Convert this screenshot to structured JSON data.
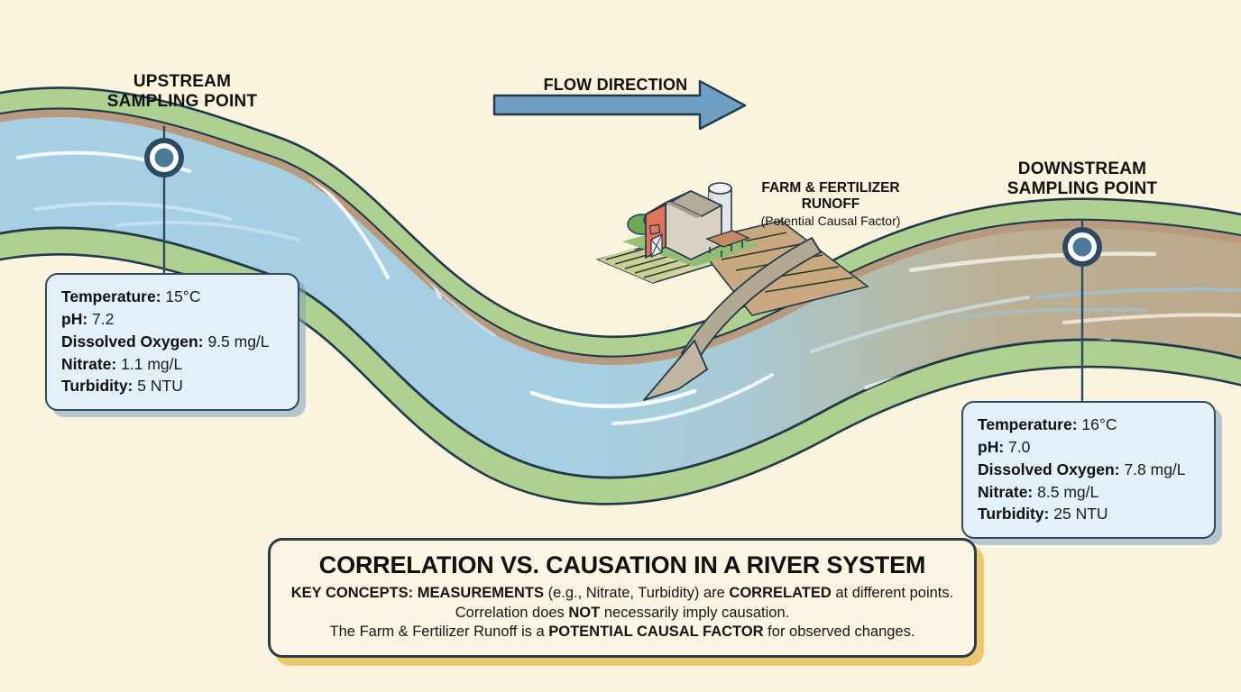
{
  "colors": {
    "background": "#faf3dd",
    "river_clean": "#a6cfe3",
    "river_turbid": "#b9a88d",
    "bank_green": "#aed091",
    "path_tan": "#b89a7e",
    "outline": "#23394a",
    "marker_ring": "#2e4a63",
    "marker_core": "#4b7a96",
    "panel_fill": "#e3f0fa",
    "caption_fill": "#fcf5e3",
    "caption_shadow": "#e8ba4a",
    "arrow_blue": "#6f9fc4",
    "barn_red": "#e0745a",
    "roof_gray": "#bdb5a5",
    "silo_white": "#e2e6e8",
    "runoff_arrow": "#b3a893"
  },
  "markers": {
    "upstream": {
      "label": "UPSTREAM\nSAMPLING POINT",
      "icon": "sampling-point-icon"
    },
    "downstream": {
      "label": "DOWNSTREAM\nSAMPLING POINT",
      "icon": "sampling-point-icon"
    }
  },
  "flow": {
    "label": "FLOW DIRECTION",
    "icon": "right-arrow-icon"
  },
  "farm": {
    "title": "FARM & FERTILIZER\nRUNOFF",
    "subtitle": "(Potential Causal Factor)",
    "icons": [
      "barn-icon",
      "silo-icon",
      "bush-icon",
      "wagon-icon",
      "crop-field-icon",
      "runoff-arrow-icon"
    ]
  },
  "panels": {
    "upstream": {
      "rows": [
        {
          "key": "Temperature:",
          "value": "15°C"
        },
        {
          "key": "pH:",
          "value": "7.2"
        },
        {
          "key": "Dissolved Oxygen:",
          "value": "9.5 mg/L"
        },
        {
          "key": "Nitrate:",
          "value": "1.1 mg/L"
        },
        {
          "key": "Turbidity:",
          "value": "5 NTU"
        }
      ]
    },
    "downstream": {
      "rows": [
        {
          "key": "Temperature:",
          "value": "16°C"
        },
        {
          "key": "pH:",
          "value": "7.0"
        },
        {
          "key": "Dissolved Oxygen:",
          "value": "7.8 mg/L"
        },
        {
          "key": "Nitrate:",
          "value": "8.5 mg/L"
        },
        {
          "key": "Turbidity:",
          "value": "25 NTU"
        }
      ]
    }
  },
  "caption": {
    "title": "CORRELATION VS. CAUSATION IN A RIVER SYSTEM",
    "line1": {
      "b1": "KEY CONCEPTS: MEASUREMENTS",
      "t1": " (e.g., Nitrate, Turbidity) are ",
      "b2": "CORRELATED",
      "t2": " at different points."
    },
    "line2": {
      "t1": "Correlation does ",
      "b1": "NOT",
      "t2": " necessarily imply causation."
    },
    "line3": {
      "t1": "The Farm & Fertilizer Runoff is a ",
      "b1": "POTENTIAL CAUSAL FACTOR",
      "t2": " for observed changes."
    }
  }
}
